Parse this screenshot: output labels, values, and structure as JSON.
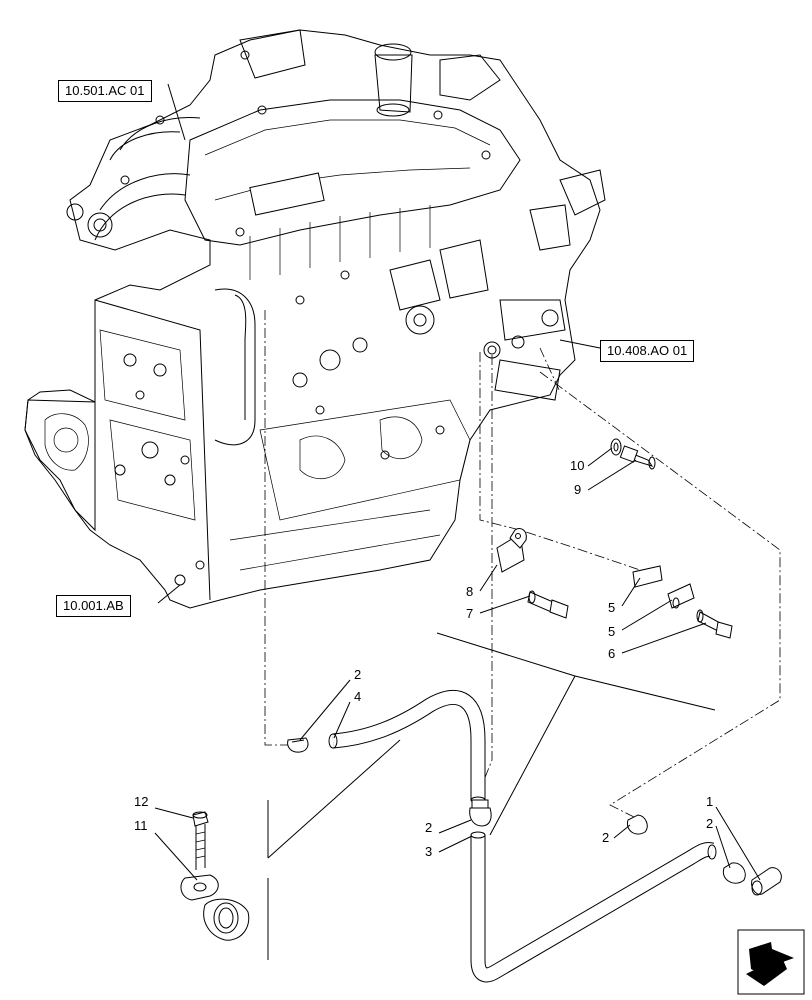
{
  "references": {
    "ref_top": "10.501.AC 01",
    "ref_right": "10.408.AO 01",
    "ref_left": "10.001.AB"
  },
  "callouts": {
    "c1": "1",
    "c2a": "2",
    "c2b": "2",
    "c2c": "2",
    "c2d": "2",
    "c3": "3",
    "c4": "4",
    "c5a": "5",
    "c5b": "5",
    "c6": "6",
    "c7": "7",
    "c8": "8",
    "c9": "9",
    "c10": "10",
    "c11": "11",
    "c12": "12"
  },
  "nav_icon": "next-page-arrow-icon"
}
